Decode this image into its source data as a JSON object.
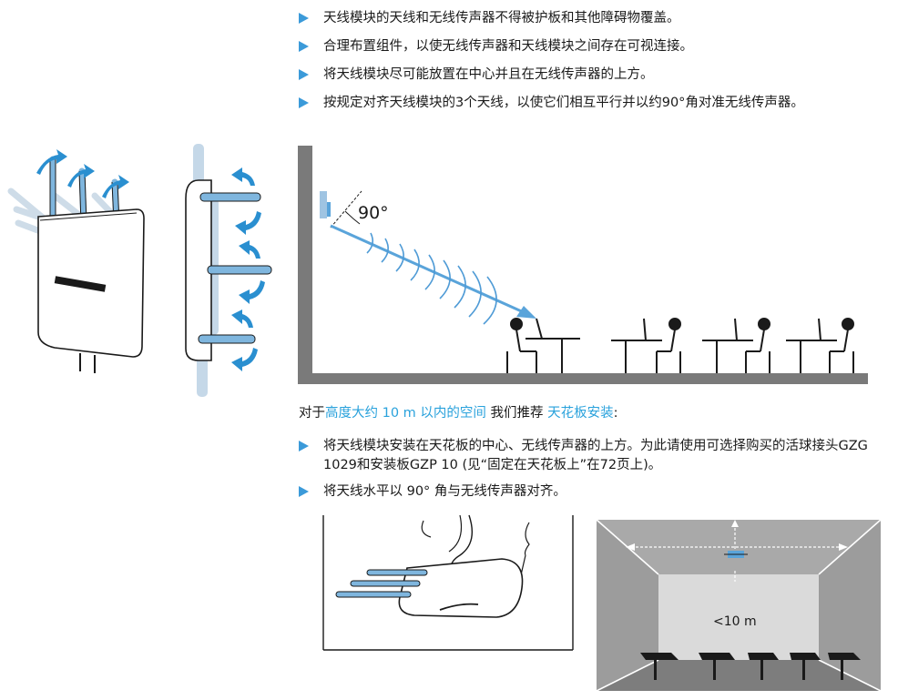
{
  "bullets_top": [
    "天线模块的天线和无线传声器不得被护板和其他障碍物覆盖。",
    "合理布置组件，以使无线传声器和天线模块之间存在可视连接。",
    "将天线模块尽可能放置在中心并且在无线传声器的上方。",
    "按规定对齐天线模块的3个天线，以使它们相互平行并以约90°角对准无线传声器。"
  ],
  "angle_label": "90°",
  "ceiling_intro": {
    "prefix": "对于",
    "highlight1": "高度大约 10 m 以内的空间",
    "middle": " 我们推荐 ",
    "highlight2": "天花板安装",
    "suffix": ":"
  },
  "bullets_bottom": [
    "将天线模块安装在天花板的中心、无线传声器的上方。为此请使用可选择购买的活球接头GZG 1029和安装板GZP 10 (见“固定在天花板上”在72页上)。",
    "将天线水平以 90° 角与无线传声器对齐。"
  ],
  "room_height_label": "<10 m",
  "colors": {
    "accent": "#3b9ad9",
    "highlight": "#2aa2dc",
    "wall": "#7a7a7a"
  },
  "icons": [
    "bullet-arrow-icon",
    "rotate-arrow-icon",
    "person-at-table-icon",
    "radio-wave-icon"
  ]
}
